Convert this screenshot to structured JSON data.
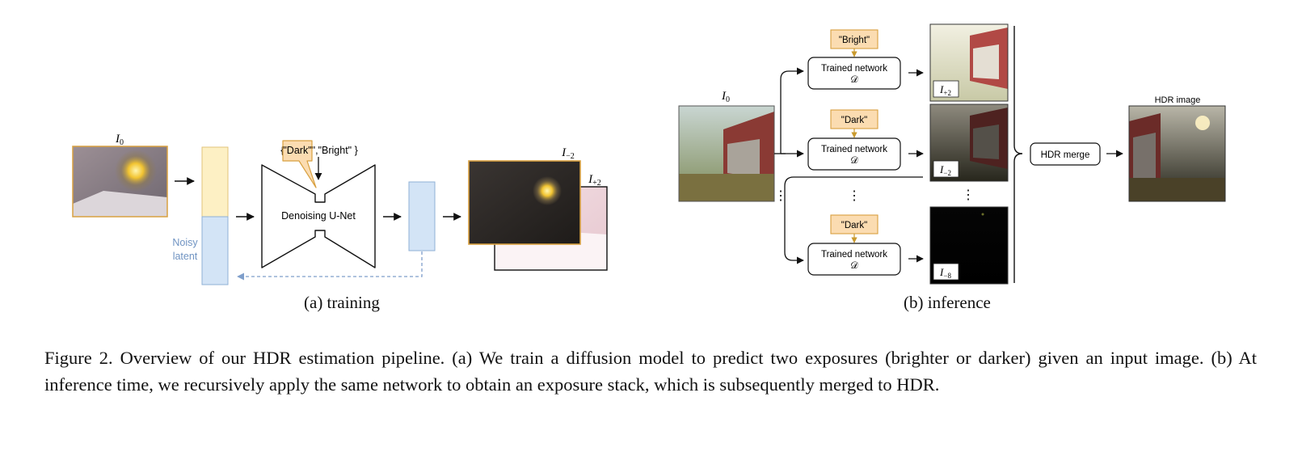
{
  "training": {
    "input_label": "I0",
    "noisy_latent_line1": "Noisy",
    "noisy_latent_line2": "latent",
    "prompt_set": "{ \"Dark\",\"Bright\" }",
    "prompt_bubble": "\"Dark\"",
    "unet_label": "Denoising U-Net",
    "out_dark_label": "I−2",
    "out_bright_label": "I+2",
    "subcaption": "(a) training"
  },
  "inference": {
    "input_label": "I0",
    "branches": [
      {
        "prompt": "\"Bright\"",
        "network_line1": "Trained network",
        "network_line2": "𝒟",
        "output_label": "I+2"
      },
      {
        "prompt": "\"Dark\"",
        "network_line1": "Trained network",
        "network_line2": "𝒟",
        "output_label": "I−2"
      },
      {
        "prompt": "\"Dark\"",
        "network_line1": "Trained network",
        "network_line2": "𝒟",
        "output_label": "I−8"
      }
    ],
    "ellipsis": "⋮",
    "merge_label": "HDR merge",
    "hdr_title": "HDR image",
    "subcaption": "(b) inference"
  },
  "caption": "Figure 2. Overview of our HDR estimation pipeline. (a) We train a diffusion model to predict two exposures (brighter or darker) given an input image. (b) At inference time, we recursively apply the same network to obtain an exposure stack, which is subsequently merged to HDR.",
  "colors": {
    "prompt_fill": "#fbdcb1",
    "prompt_stroke": "#d8a040",
    "latent_top": "#fdf0c4",
    "latent_bottom": "#d3e4f6",
    "latent_stroke": "#8fb0d6",
    "noisy_text": "#6f93c2"
  }
}
